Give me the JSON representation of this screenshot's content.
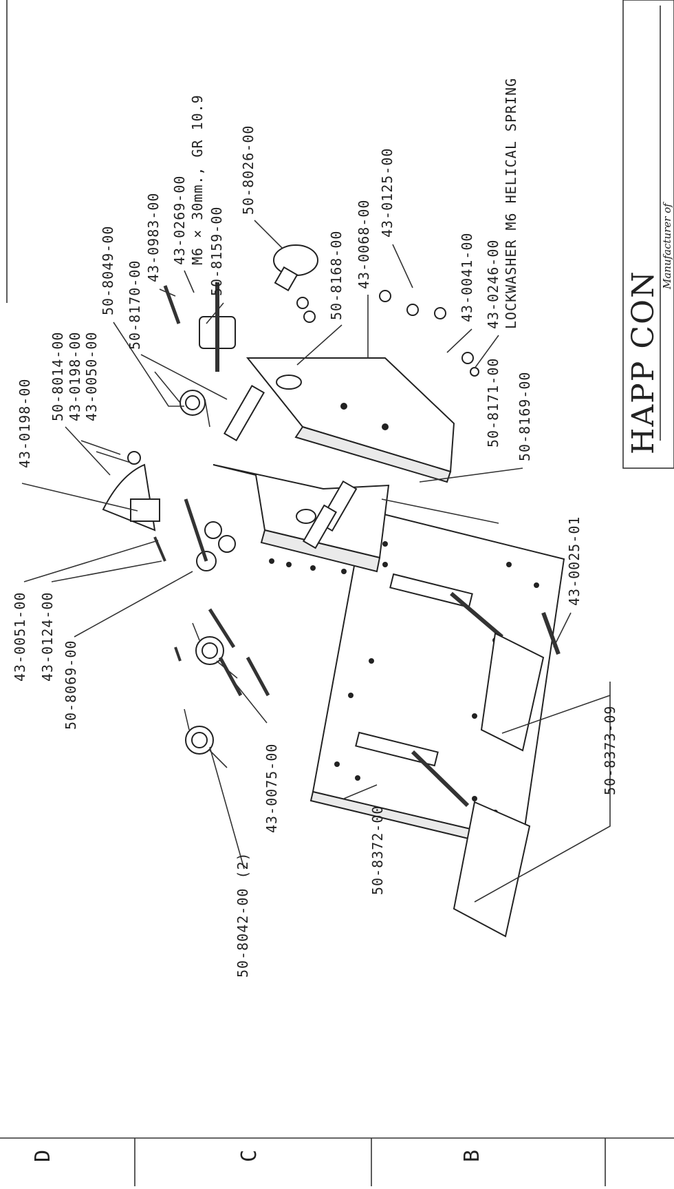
{
  "drawing": {
    "title_block": {
      "company": "HAPP CON",
      "tagline": "Manufacturer of"
    },
    "zone_letters": [
      "D",
      "C",
      "B"
    ],
    "callouts": [
      {
        "id": "a",
        "text": "43-0198-00"
      },
      {
        "id": "b",
        "text": "50-8014-00"
      },
      {
        "id": "c",
        "text": "43-0198-00"
      },
      {
        "id": "d",
        "text": "43-0050-00"
      },
      {
        "id": "e",
        "text": "50-8049-00"
      },
      {
        "id": "f",
        "text": "50-8170-00"
      },
      {
        "id": "g",
        "text": "43-0983-00"
      },
      {
        "id": "h",
        "text": "43-0269-00"
      },
      {
        "id": "i",
        "text": "M6 × 30mm., GR 10.9"
      },
      {
        "id": "j",
        "text": "50-8159-00"
      },
      {
        "id": "k",
        "text": "50-8026-00"
      },
      {
        "id": "l",
        "text": "50-8168-00"
      },
      {
        "id": "m",
        "text": "43-0068-00"
      },
      {
        "id": "n",
        "text": "43-0125-00"
      },
      {
        "id": "o",
        "text": "43-0041-00"
      },
      {
        "id": "p",
        "text": "43-0246-00"
      },
      {
        "id": "q",
        "text": "LOCKWASHER M6 HELICAL SPRING"
      },
      {
        "id": "r",
        "text": "50-8171-00"
      },
      {
        "id": "s",
        "text": "50-8169-00"
      },
      {
        "id": "t",
        "text": "43-0025-01"
      },
      {
        "id": "u",
        "text": "43-0051-00"
      },
      {
        "id": "v",
        "text": "43-0124-00"
      },
      {
        "id": "w",
        "text": "50-8069-00"
      },
      {
        "id": "x",
        "text": "50-8373-09"
      },
      {
        "id": "y",
        "text": "50-8042-00 (2)"
      },
      {
        "id": "z",
        "text": "43-0075-00"
      },
      {
        "id": "aa",
        "text": "50-8372-00"
      }
    ]
  }
}
